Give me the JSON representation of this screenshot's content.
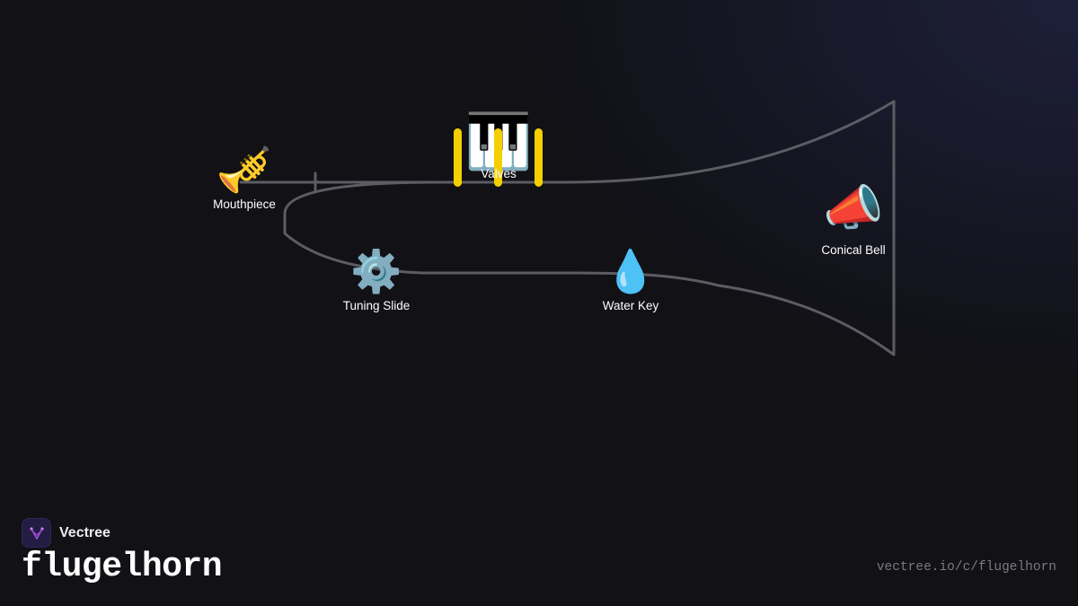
{
  "brand": {
    "name": "Vectree",
    "logo_icon": "vectree-branch-logo-icon",
    "logo_color": "#a24dd6"
  },
  "title": "flugelhorn",
  "url": "vectree.io/c/flugelhorn",
  "colors": {
    "background": "#111116",
    "tubing": "#5c5c63",
    "valve": "#f5cf00",
    "label": "#ffffff"
  },
  "parts": [
    {
      "id": "mouthpiece",
      "label": "Mouthpiece",
      "icon": "trumpet-icon",
      "glyph": "🎺"
    },
    {
      "id": "valves",
      "label": "Valves",
      "icon": "piano-keys-icon",
      "glyph": "🎹"
    },
    {
      "id": "tuning-slide",
      "label": "Tuning Slide",
      "icon": "gear-icon",
      "glyph": "⚙️"
    },
    {
      "id": "water-key",
      "label": "Water Key",
      "icon": "water-drop-icon",
      "glyph": "💧"
    },
    {
      "id": "conical-bell",
      "label": "Conical Bell",
      "icon": "megaphone-icon",
      "glyph": "📣"
    }
  ]
}
